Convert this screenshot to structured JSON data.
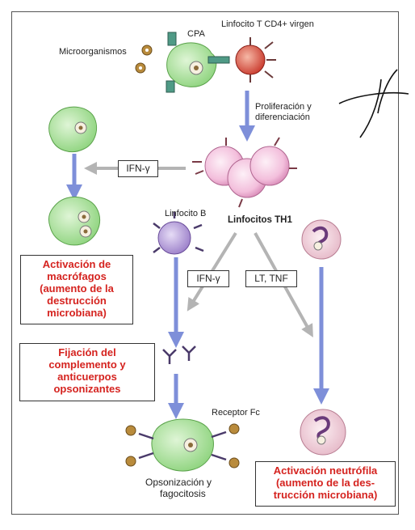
{
  "labels": {
    "cpa": "CPA",
    "naive_t": "Linfocito T CD4+ virgen",
    "microorganisms": "Microorganismos",
    "prolif_1": "Proliferación y",
    "prolif_2": "diferenciación",
    "lymph_b": "Linfocito B",
    "th1": "Linfocitos TH1",
    "receptor_fc": "Receptor Fc",
    "opson_1": "Opsonización y",
    "opson_2": "fagocitosis"
  },
  "boxes": {
    "ifn_top": "IFN-γ",
    "ifn_mid": "IFN-γ",
    "lt_tnf": "LT, TNF"
  },
  "outcomes": {
    "macro_1": "Activación de",
    "macro_2": "macrófagos",
    "macro_3": "(aumento de la",
    "macro_4": "destrucción",
    "macro_5": "microbiana)",
    "comp_1": "Fijación del",
    "comp_2": "complemento y",
    "comp_3": "anticuerpos",
    "comp_4": "opsonizantes",
    "neut_1": "Activación neutrófila",
    "neut_2": "(aumento de la des-",
    "neut_3": "trucción microbiana)"
  },
  "colors": {
    "outcome_text": "#d5231f",
    "arrow_blue": "#7e8fd9",
    "arrow_grey": "#b4b4b4",
    "macrophage": "#9bdc8c",
    "th1_cell": "#f4c3df",
    "naive_t": "#cf4637",
    "b_cell": "#a98ed0",
    "neutrophil": "#f0d4de"
  }
}
